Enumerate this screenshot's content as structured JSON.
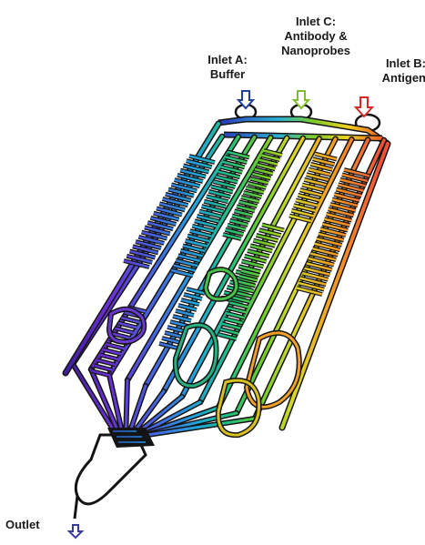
{
  "labels": {
    "inlet_a": {
      "line1": "Inlet A:",
      "line2": "Buffer"
    },
    "inlet_c": {
      "line1": "Inlet C:",
      "line2": "Antibody &",
      "line3": "Nanoprobes"
    },
    "inlet_b": {
      "line1": "Inlet B:",
      "line2": "Antigen"
    },
    "outlet": "Outlet"
  },
  "colors": {
    "arrow_a": "#1f3f9f",
    "arrow_c": "#7fbf2a",
    "arrow_b": "#d62b2b",
    "outline": "#141414"
  },
  "icons": [
    "arrow-down-icon"
  ]
}
